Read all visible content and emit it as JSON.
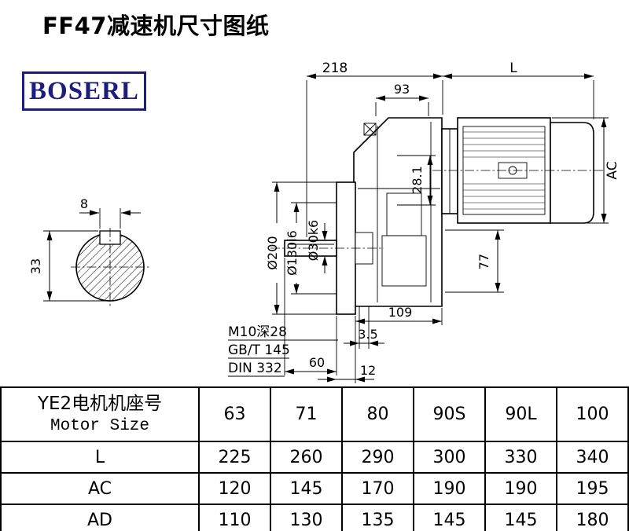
{
  "title": "FF47减速机尺寸图纸",
  "logo": {
    "text": "BOSERL",
    "color": "#1d1d80"
  },
  "drawing": {
    "dims": {
      "d218": "218",
      "dL": "L",
      "d93": "93",
      "dAC": "AC",
      "d200": "Ø200",
      "d130": "Ø130i6",
      "d30": "Ø30k6",
      "d281": "28.1",
      "d77": "77",
      "d109": "109",
      "d35": "3.5",
      "d60": "60",
      "d12": "12",
      "d8": "8",
      "d33": "33"
    },
    "notes": {
      "m10": "M10深28",
      "gbt": "GB/T 145",
      "din": "DIN 332"
    }
  },
  "table": {
    "header_line1": "YE2电机机座号",
    "header_line2": "Motor Size",
    "size_columns": [
      "63",
      "71",
      "80",
      "90S",
      "90L",
      "100"
    ],
    "rows": [
      {
        "label": "L",
        "values": [
          "225",
          "260",
          "290",
          "300",
          "330",
          "340"
        ]
      },
      {
        "label": "AC",
        "values": [
          "120",
          "145",
          "170",
          "190",
          "190",
          "195"
        ]
      },
      {
        "label": "AD",
        "values": [
          "110",
          "130",
          "135",
          "145",
          "145",
          "180"
        ]
      }
    ]
  }
}
